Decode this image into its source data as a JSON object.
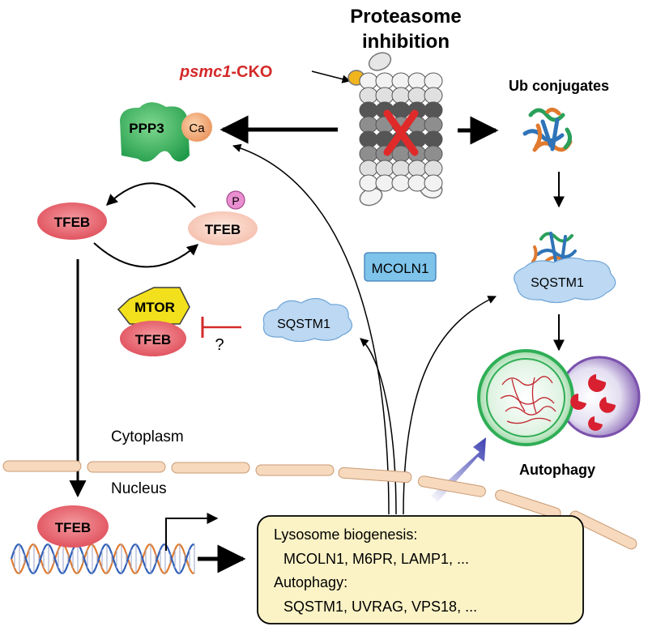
{
  "title": {
    "line1": "Proteasome",
    "line2": "inhibition"
  },
  "psmc1": {
    "italic": "psmc1",
    "rest": "-CKO"
  },
  "ppp3": {
    "label": "PPP3",
    "ca": "Ca"
  },
  "tfeb": "TFEB",
  "phospho": "P",
  "mtor": "MTOR",
  "question": "?",
  "sqstm1": "SQSTM1",
  "mcoln1": "MCOLN1",
  "ub": "Ub conjugates",
  "cytoplasm": "Cytoplasm",
  "nucleus": "Nucleus",
  "autophagy_label": "Autophagy",
  "genes": {
    "lyso_title": "Lysosome biogenesis:",
    "lyso_list": "MCOLN1, M6PR, LAMP1, ...",
    "auto_title": "Autophagy:",
    "auto_list": "SQSTM1, UVRAG, VPS18, ..."
  },
  "colors": {
    "red_text": "#d42a2a",
    "tfeb_red": "#e8606a",
    "mtor_yellow": "#f2e01c",
    "ppp3_green": "#2fae56",
    "ca_orange": "#f0a36a",
    "mcoln1_blue": "#7ec3ea",
    "sqstm1_cloud": "#bcd8f2",
    "membrane": "#f7d9be",
    "gene_box": "#fbf3c6"
  }
}
